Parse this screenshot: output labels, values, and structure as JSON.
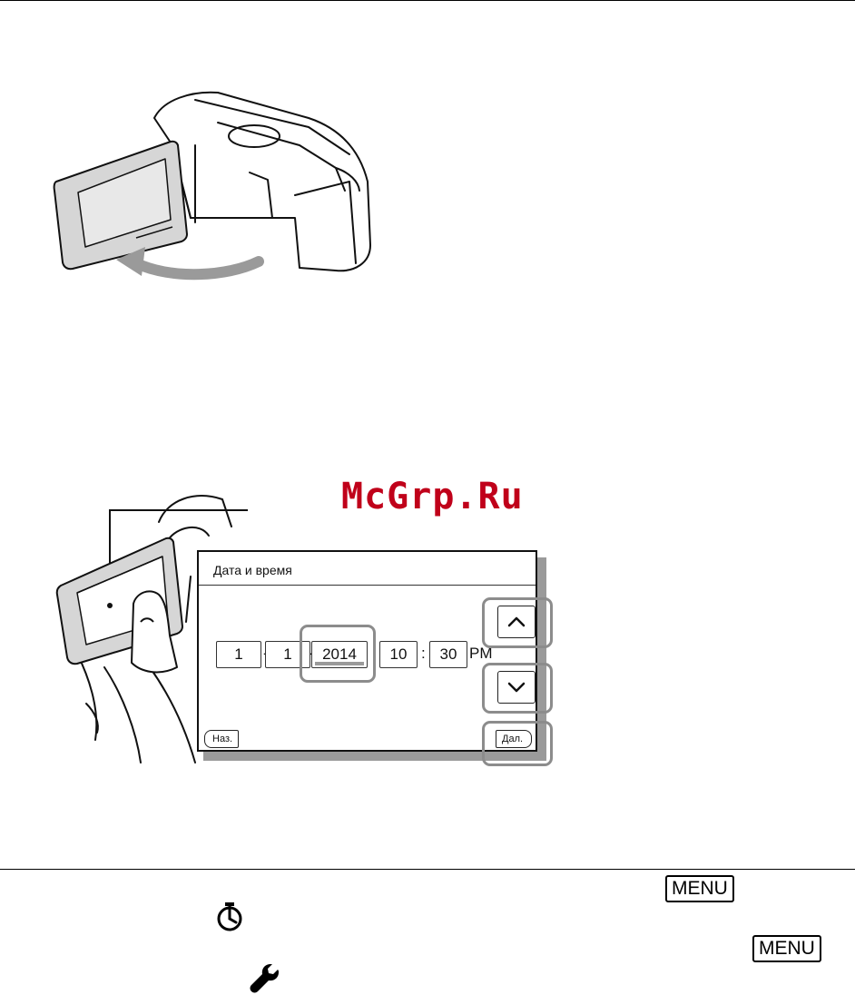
{
  "watermark": "McGrp.Ru",
  "screen": {
    "title": "Дата и время",
    "fields": {
      "month": "1",
      "day": "1",
      "year": "2014",
      "hour": "10",
      "minute": "30",
      "ampm": "PM"
    },
    "separators": {
      "date1": "-",
      "date2": "-",
      "time": ":"
    },
    "back_label": "Наз.",
    "next_label": "Дал.",
    "up_icon": "chevron-up-icon",
    "down_icon": "chevron-down-icon"
  },
  "footer": {
    "menu_label_1": "MENU",
    "menu_label_2": "MENU",
    "icons": [
      "timer-clock-icon",
      "wrench-icon"
    ]
  },
  "colors": {
    "watermark": "#c0001a",
    "highlight": "#8c8c8c"
  }
}
